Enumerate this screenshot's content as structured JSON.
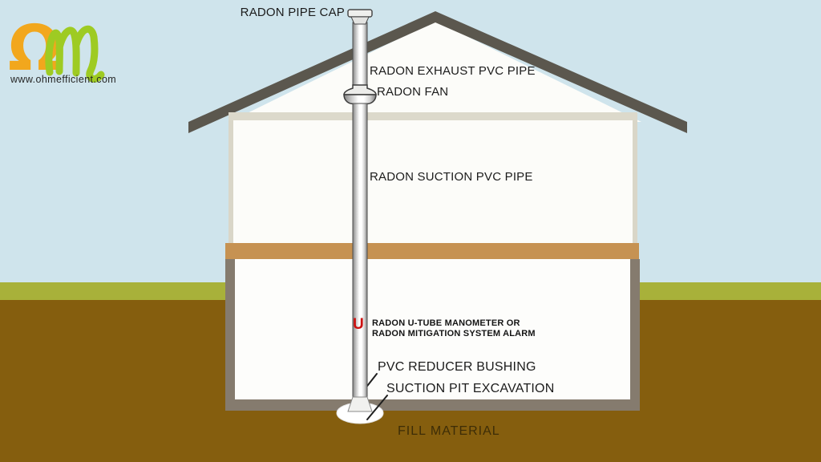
{
  "logo": {
    "omega_glyph": "Ω",
    "website": "www.ohmefficient.com"
  },
  "diagram": {
    "title_hint": "Radon mitigation system house cross-section",
    "labels": {
      "pipe_cap": "RADON PIPE CAP",
      "exhaust_pipe": "RADON EXHAUST PVC PIPE",
      "fan": "RADON FAN",
      "suction_pipe": "RADON SUCTION PVC PIPE",
      "u_marker": "U",
      "manometer_line1": "RADON U-TUBE MANOMETER OR",
      "manometer_line2": "RADON MITIGATION SYSTEM ALARM",
      "reducer_bushing": "PVC REDUCER BUSHING",
      "suction_pit": "SUCTION PIT EXCAVATION",
      "fill_material": "FILL MATERIAL"
    },
    "colors": {
      "sky": "#cfe4ec",
      "grass": "#a8b13a",
      "soil": "#855e0e",
      "roof": "#5b574e",
      "wall": "#fcfcf9",
      "wall_trim": "#d9d6c8",
      "ceiling_band": "#dcd9cb",
      "joist_band": "#c69252",
      "foundation": "#857b6e",
      "basement_interior": "#fdfdfb",
      "pit": "#ffffff",
      "u_marker": "#cc1010",
      "label_text": "#1c1c1c",
      "fill_material_text": "#3d2d07",
      "logo_orange": "#f2a71d",
      "logo_green": "#9ecb23"
    }
  }
}
